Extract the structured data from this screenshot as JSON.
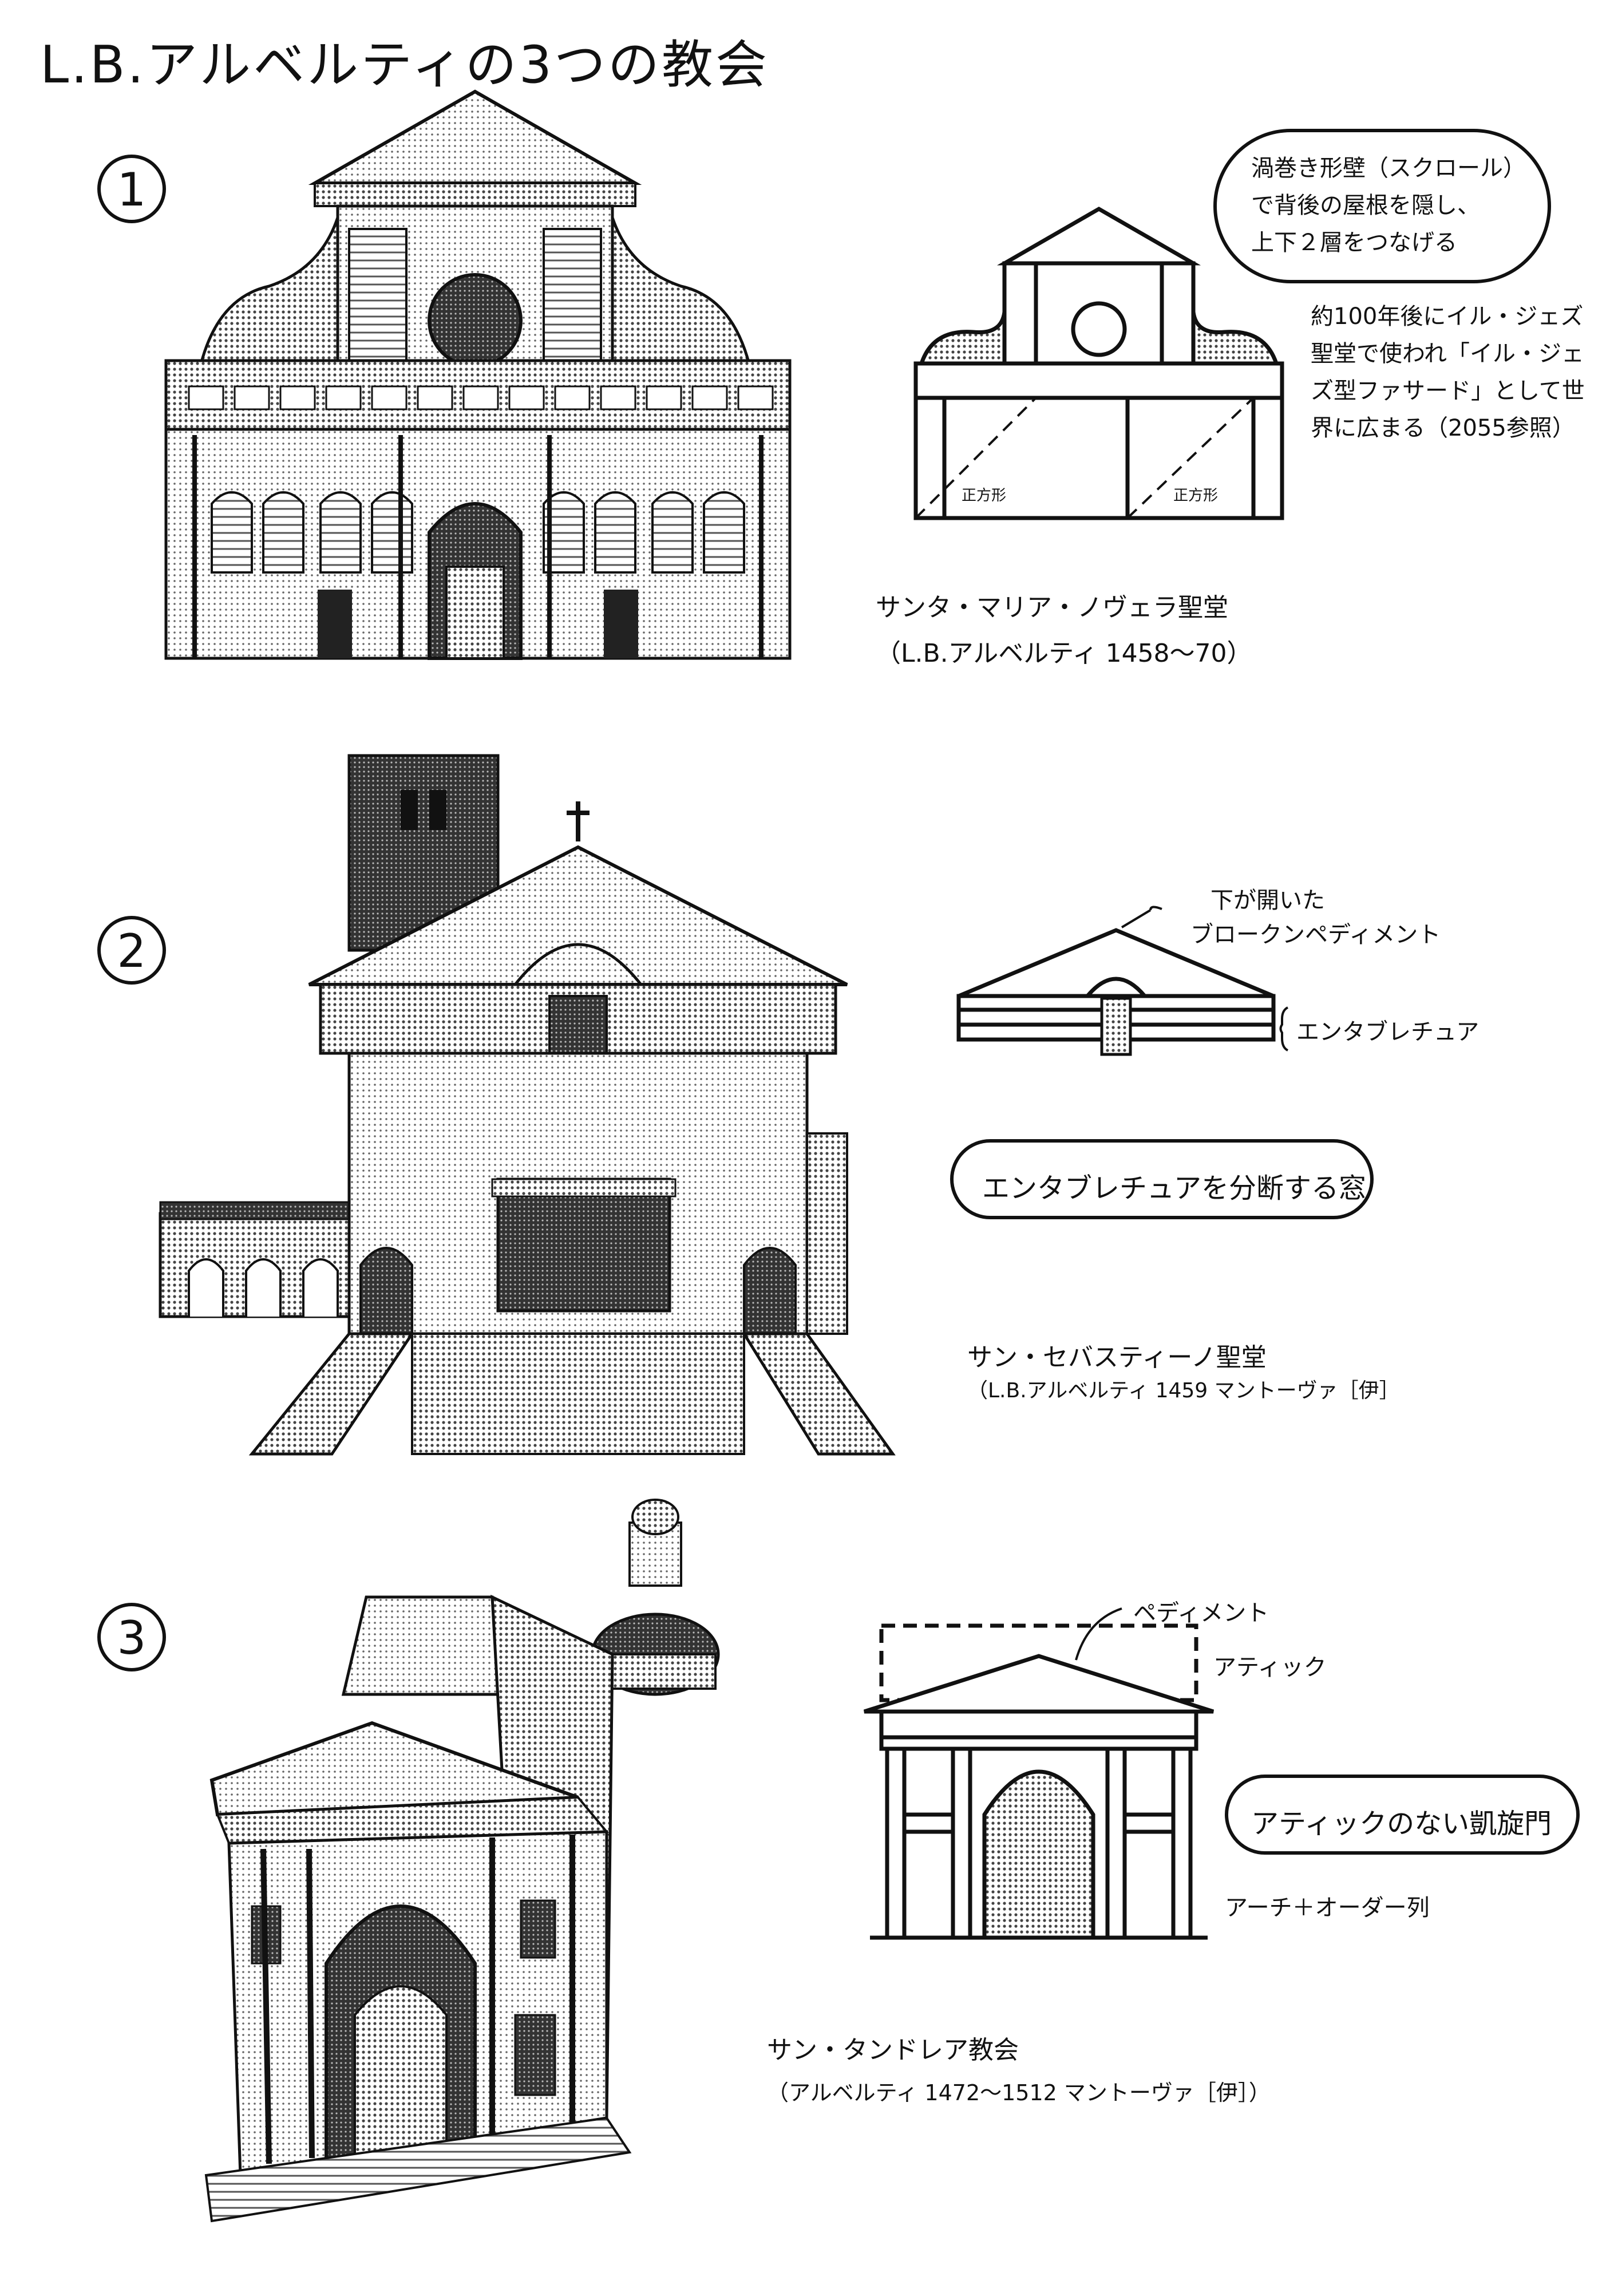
{
  "title": "L.B.アルベルティの3つの教会",
  "sections": [
    {
      "number": "1",
      "bubble_lines": [
        "渦巻き形壁（スクロール）",
        "で背後の屋根を隠し、",
        "上下２層をつなげる"
      ],
      "note_lines": [
        "約100年後にイル・ジェズ",
        "聖堂で使われ「イル・ジェ",
        "ズ型ファサード」として世",
        "界に広まる（2055参照）"
      ],
      "square_label": "正方形",
      "caption_name": "サンタ・マリア・ノヴェラ聖堂",
      "caption_detail": "（L.B.アルベルティ 1458～70）"
    },
    {
      "number": "2",
      "pediment_note_lines": [
        "下が開いた",
        "ブロークンペディメント"
      ],
      "entablature_label": "エンタブレチュア",
      "bubble_text": "エンタブレチュアを分断する窓",
      "caption_name": "サン・セバスティーノ聖堂",
      "caption_detail": "（L.B.アルベルティ 1459 マントーヴァ［伊］"
    },
    {
      "number": "3",
      "pediment_label": "ペディメント",
      "attic_label": "アティック",
      "bubble_text": "アティックのない凱旋門",
      "arch_order_label": "アーチ＋オーダー列",
      "caption_name": "サン・タンドレア教会",
      "caption_detail": "（アルベルティ 1472～1512 マントーヴァ［伊］）"
    }
  ]
}
